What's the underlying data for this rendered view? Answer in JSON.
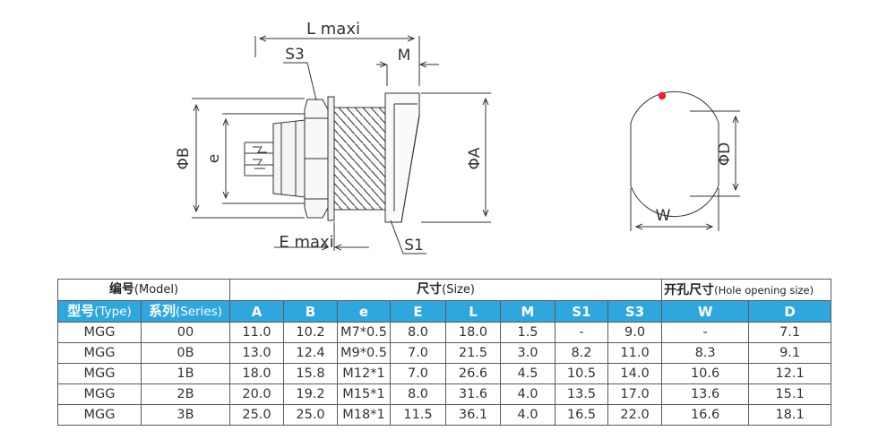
{
  "drawing": {
    "labels": {
      "l_maxi": "L maxi",
      "m": "M",
      "s3": "S3",
      "phi_b": "ΦB",
      "e": "e",
      "phi_a": "ΦA",
      "e_maxi": "E maxi",
      "s1": "S1",
      "phi_d": "ΦD",
      "w": "W"
    },
    "marker_color": "#e8262e"
  },
  "table": {
    "groups": {
      "model": {
        "cn": "编号",
        "en": "(Model)"
      },
      "size": {
        "cn": "尺寸",
        "en": "(Size)"
      },
      "hole": {
        "cn": "开孔尺寸",
        "en": "(Hole opening size)"
      }
    },
    "headers": {
      "type": {
        "cn": "型号",
        "en": "(Type)"
      },
      "series": {
        "cn": "系列",
        "en": "(Series)"
      },
      "cols": [
        "A",
        "B",
        "e",
        "E",
        "L",
        "M",
        "S1",
        "S3",
        "W",
        "D"
      ]
    },
    "rows": [
      [
        "MGG",
        "00",
        "11.0",
        "10.2",
        "M7*0.5",
        "8.0",
        "18.0",
        "1.5",
        "-",
        "9.0",
        "-",
        "7.1"
      ],
      [
        "MGG",
        "0B",
        "13.0",
        "12.4",
        "M9*0.5",
        "7.0",
        "21.5",
        "3.0",
        "8.2",
        "11.0",
        "8.3",
        "9.1"
      ],
      [
        "MGG",
        "1B",
        "18.0",
        "15.8",
        "M12*1",
        "7.0",
        "26.6",
        "4.5",
        "10.5",
        "14.0",
        "10.6",
        "12.1"
      ],
      [
        "MGG",
        "2B",
        "20.0",
        "19.2",
        "M15*1",
        "8.0",
        "31.6",
        "4.0",
        "13.5",
        "17.0",
        "13.6",
        "15.1"
      ],
      [
        "MGG",
        "3B",
        "25.0",
        "25.0",
        "M18*1",
        "11.5",
        "36.1",
        "4.0",
        "16.5",
        "22.0",
        "16.6",
        "18.1"
      ]
    ],
    "header_color": "#2ea7df"
  }
}
